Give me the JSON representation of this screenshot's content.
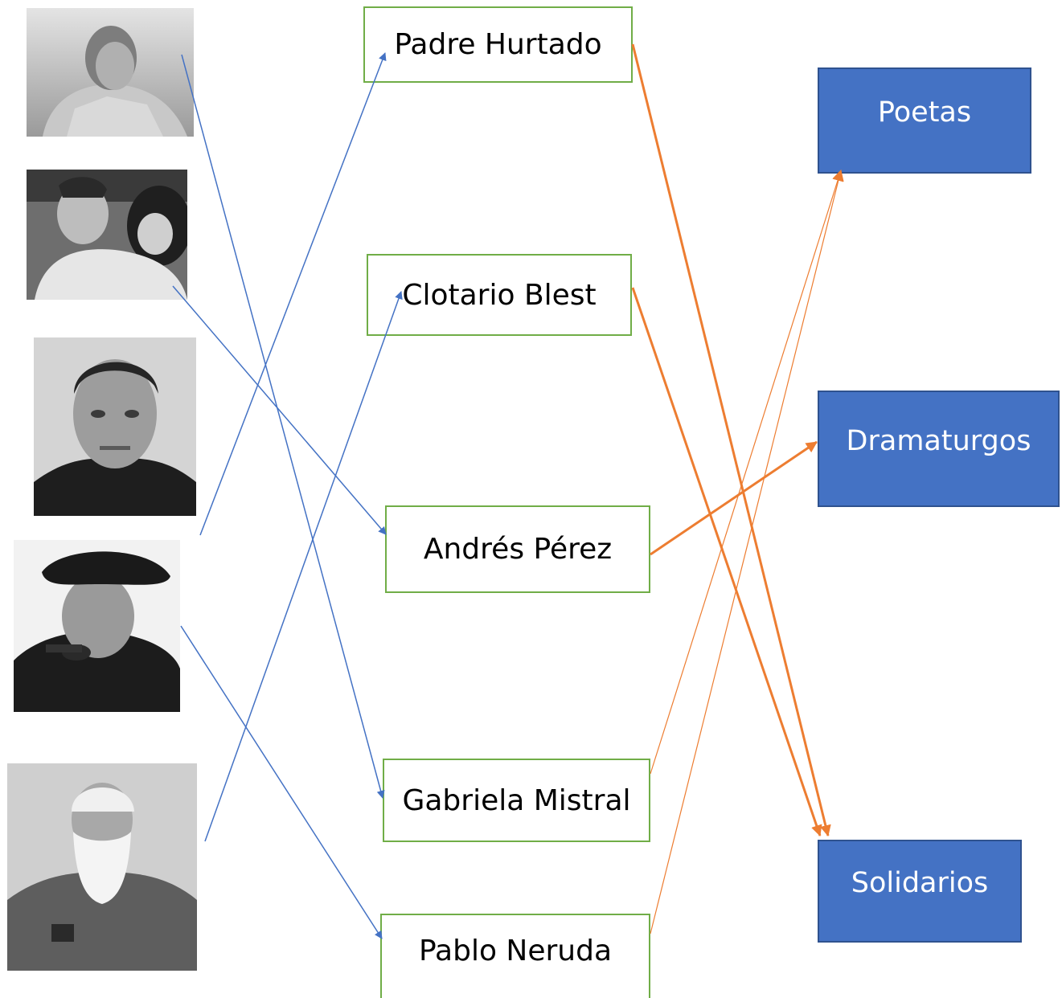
{
  "names": [
    {
      "id": "padre-hurtado",
      "label": "Padre Hurtado"
    },
    {
      "id": "clotario-blest",
      "label": "Clotario Blest"
    },
    {
      "id": "andres-perez",
      "label": "Andrés Pérez"
    },
    {
      "id": "gabriela-mistral",
      "label": "Gabriela Mistral"
    },
    {
      "id": "pablo-neruda",
      "label": "Pablo Neruda"
    }
  ],
  "categories": [
    {
      "id": "poetas",
      "label": "Poetas"
    },
    {
      "id": "dramaturgos",
      "label": "Dramaturgos"
    },
    {
      "id": "solidarios",
      "label": "Solidarios"
    }
  ],
  "photos": [
    {
      "id": "photo-1",
      "matches": "gabriela-mistral"
    },
    {
      "id": "photo-2",
      "matches": "andres-perez"
    },
    {
      "id": "photo-3",
      "matches": "padre-hurtado"
    },
    {
      "id": "photo-4",
      "matches": "pablo-neruda"
    },
    {
      "id": "photo-5",
      "matches": "clotario-blest"
    }
  ],
  "classifications": [
    {
      "from": "padre-hurtado",
      "to": "solidarios"
    },
    {
      "from": "clotario-blest",
      "to": "solidarios"
    },
    {
      "from": "andres-perez",
      "to": "dramaturgos"
    },
    {
      "from": "gabriela-mistral",
      "to": "poetas"
    },
    {
      "from": "pablo-neruda",
      "to": "poetas"
    }
  ],
  "colors": {
    "name_border": "#70ad47",
    "category_fill": "#4472c4",
    "photo_arrow": "#4472c4",
    "category_arrow": "#ed7d31"
  }
}
